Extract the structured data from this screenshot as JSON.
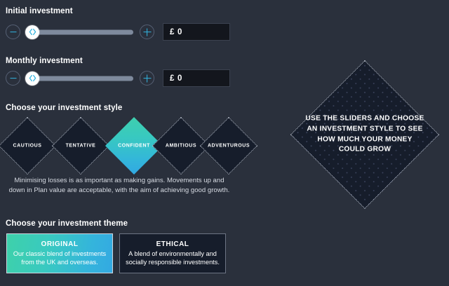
{
  "theme_colors": {
    "background": "#2a303c",
    "panel_dark": "#161d2b",
    "accent_cyan": "#32b4e0",
    "gradient_start": "#3ed1aa",
    "gradient_end": "#32a8e2",
    "track": "#7e8a9d",
    "input_bg": "#13161d"
  },
  "initial_investment": {
    "label": "Initial investment",
    "decrease_label": "−",
    "increase_label": "+",
    "amount": "£ 0",
    "slider_value": 0,
    "slider_min": 0,
    "slider_max": 100
  },
  "monthly_investment": {
    "label": "Monthly investment",
    "decrease_label": "−",
    "increase_label": "+",
    "amount": "£ 0",
    "slider_value": 0,
    "slider_min": 0,
    "slider_max": 100
  },
  "investment_style": {
    "label": "Choose your investment style",
    "options": [
      {
        "label": "CAUTIOUS",
        "selected": false
      },
      {
        "label": "TENTATIVE",
        "selected": false
      },
      {
        "label": "CONFIDENT",
        "selected": true
      },
      {
        "label": "AMBITIOUS",
        "selected": false
      },
      {
        "label": "ADVENTUROUS",
        "selected": false
      }
    ],
    "description_line1": "Minimising losses is as important as making gains. Movements up and down in",
    "description_line2": "Plan value are acceptable, with the aim of achieving good growth."
  },
  "investment_theme": {
    "label": "Choose your investment theme",
    "options": [
      {
        "title": "ORIGINAL",
        "desc_line1": "Our classic blend of investments",
        "desc_line2": "from the UK and overseas.",
        "selected": true
      },
      {
        "title": "ETHICAL",
        "desc_line1": "A blend of environmentally and",
        "desc_line2": "socially responsible investments.",
        "selected": false
      }
    ]
  },
  "result_panel": {
    "line1": "USE THE SLIDERS AND CHOOSE",
    "line2": "AN INVESTMENT STYLE TO SEE",
    "line3": "HOW MUCH YOUR MONEY",
    "line4": "COULD GROW"
  }
}
